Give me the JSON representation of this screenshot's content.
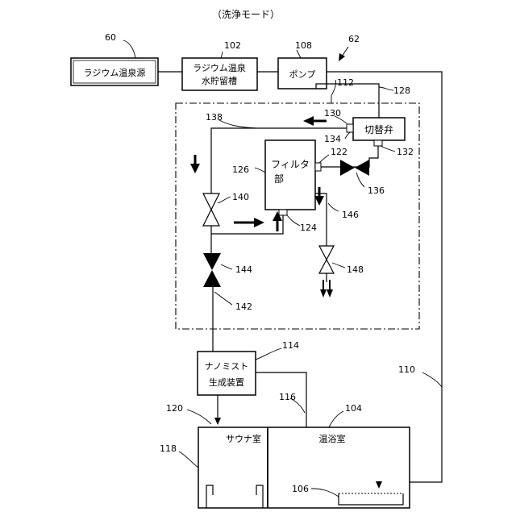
{
  "title": "（洗浄モード）",
  "labels": {
    "radium_source": "ラジウム温泉源",
    "storage_tank_line1": "ラジウム温泉",
    "storage_tank_line2": "水貯留槽",
    "pump": "ポンプ",
    "switch_valve": "切替弁",
    "filter_line1": "フィルタ",
    "filter_line2": "部",
    "nano_mist_line1": "ナノミスト",
    "nano_mist_line2": "生成装置",
    "sauna_room": "サウナ室",
    "bath_room": "温浴室"
  },
  "refs": {
    "r60": "60",
    "r102": "102",
    "r108": "108",
    "r62": "62",
    "r112": "112",
    "r128": "128",
    "r130": "130",
    "r138": "138",
    "r134": "134",
    "r122": "122",
    "r132": "132",
    "r126": "126",
    "r136": "136",
    "r140": "140",
    "r146": "146",
    "r124": "124",
    "r144": "144",
    "r148": "148",
    "r142": "142",
    "r114": "114",
    "r110": "110",
    "r116": "116",
    "r104": "104",
    "r120": "120",
    "r118": "118",
    "r106": "106"
  }
}
